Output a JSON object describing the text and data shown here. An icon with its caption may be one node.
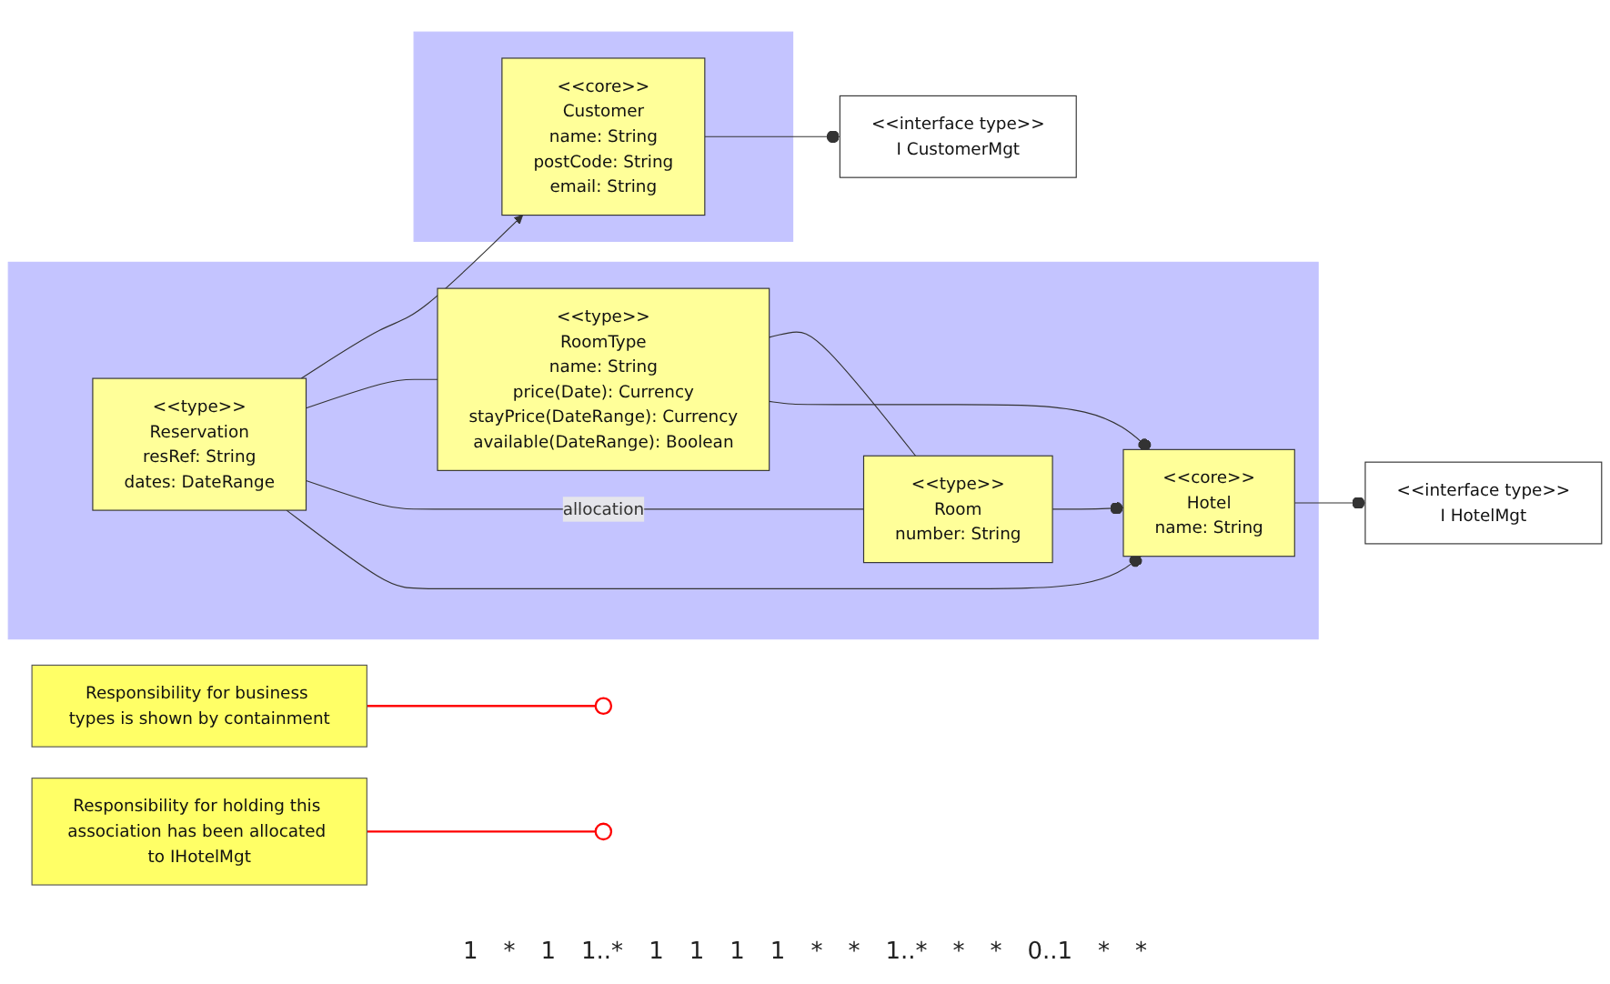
{
  "diagram": {
    "nodes": [
      {
        "text": [
          "<<interface type>>",
          "I HotelMgt"
        ]
      },
      {
        "text": [],
        "shape": "box"
      },
      {
        "text": [
          "<<core>>",
          "Hotel",
          "name: String"
        ],
        "in": 1
      },
      {
        "text": [
          "<<type>>",
          "RoomType",
          "name: String",
          "price(Date): Currency",
          "stayPrice(DateRange): Currency",
          "available(DateRange): Boolean"
        ],
        "in": 1
      },
      {
        "text": [
          "<<type>>",
          "Reservation",
          "resRef: String",
          "dates: DateRange"
        ],
        "in": 1
      },
      {
        "text": [
          "<<type>>",
          "Room",
          "number: String"
        ],
        "in": 1
      },
      {
        "text": [],
        "shape": "box"
      },
      {
        "text": [
          "<<core>>",
          "Customer",
          "name: String",
          "postCode: String",
          "email: String"
        ],
        "in": 6
      },
      {
        "text": [
          "<<interface type>>",
          "I CustomerMgt"
        ]
      },
      {
        "text": [
          "Responsibility for business types is shown by containment"
        ]
      },
      {
        "text": [
          "Responsibility for holding this association has been allocated to IHotelMgt"
        ]
      },
      {
        "text": [],
        "shape": "circle"
      },
      {
        "text": [],
        "shape": "circle"
      }
    ],
    "edges": [
      {
        "from": 2,
        "to": 0,
        "arrow": "other"
      },
      {
        "from": 3,
        "to": 2,
        "arrow": "other"
      },
      {
        "from": 5,
        "to": 2,
        "arrow": "other"
      },
      {
        "from": 4,
        "to": 2,
        "arrow": "other"
      },
      {
        "from": 3,
        "to": 5,
        "arrow": "none"
      },
      {
        "from": 4,
        "to": 5,
        "arrow": "none",
        "label": "allocation"
      },
      {
        "from": 4,
        "to": 3,
        "arrow": "none"
      },
      {
        "from": 4,
        "to": 7,
        "arrow": "to"
      },
      {
        "from": 7,
        "to": 8,
        "arrow": "other"
      },
      {
        "from": 9,
        "to": 11,
        "arrow": "none",
        "color": "#ff0000"
      },
      {
        "from": 10,
        "to": 12,
        "arrow": "none",
        "color": "#ff0000"
      }
    ],
    "labels": [
      "1",
      "*",
      "1",
      "1..*",
      "1",
      "1",
      "1",
      "1",
      "*",
      "*",
      "1..*",
      "*",
      "*",
      "0..1",
      "*",
      "*"
    ]
  }
}
